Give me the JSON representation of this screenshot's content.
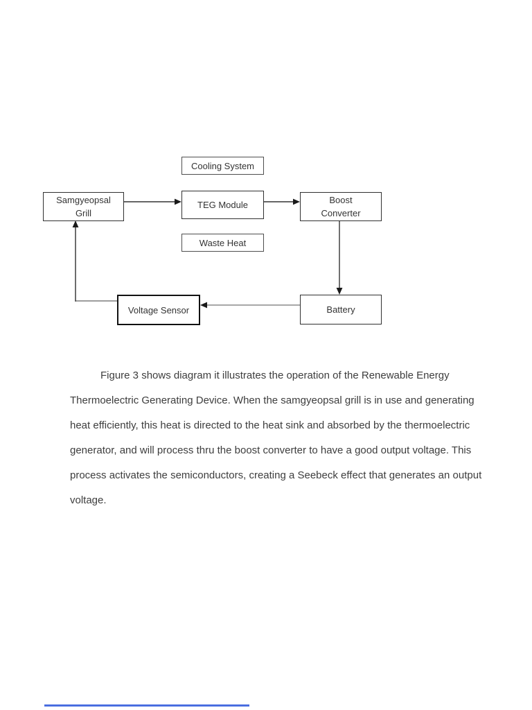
{
  "document": {
    "background": "#ffffff",
    "text_color": "#3d3d3d"
  },
  "diagram": {
    "boxes": {
      "cooling_system": {
        "label": "Cooling System"
      },
      "samgyeopsal_grill": {
        "label_line1": "Samgyeopsal",
        "label_line2": "Grill"
      },
      "teg_module": {
        "label": "TEG Module"
      },
      "boost_converter": {
        "label_line1": "Boost",
        "label_line2": "Converter"
      },
      "waste_heat": {
        "label": "Waste Heat"
      },
      "voltage_sensor": {
        "label": "Voltage Sensor"
      },
      "battery": {
        "label": "Battery"
      }
    },
    "connections": [
      {
        "from": "Samgyeopsal Grill",
        "to": "TEG Module"
      },
      {
        "from": "TEG Module",
        "to": "Boost Converter"
      },
      {
        "from": "Boost Converter",
        "to": "Battery"
      },
      {
        "from": "Battery",
        "to": "Voltage Sensor"
      },
      {
        "from": "Voltage Sensor",
        "to": "Samgyeopsal Grill"
      }
    ],
    "line_color": "#333333",
    "feedback_line_color": "#7d7d7d",
    "box_border_color": "#2f2f2f"
  },
  "paragraph": {
    "lines": [
      "Figure 3 shows diagram it illustrates the operation of the Renewable Energy",
      "Thermoelectric Generating Device. When the samgyeopsal grill is in use and generating",
      "heat efficiently, this heat is directed to the heat sink and absorbed by the thermoelectric",
      "generator, and will process thru the boost converter to have a good output voltage. This",
      "process activates the semiconductors, creating a Seebeck effect that generates an output",
      "voltage."
    ],
    "full_text": "Figure 3 shows diagram it illustrates the operation of the Renewable Energy Thermoelectric Generating Device. When the samgyeopsal grill is in use and generating heat efficiently, this heat is directed to the heat sink and absorbed by the thermoelectric generator, and will process thru the boost converter to have a good output voltage. This process activates the semiconductors, creating a Seebeck effect that generates an output voltage."
  },
  "footer": {
    "rule_color": "#4a6ee0"
  }
}
